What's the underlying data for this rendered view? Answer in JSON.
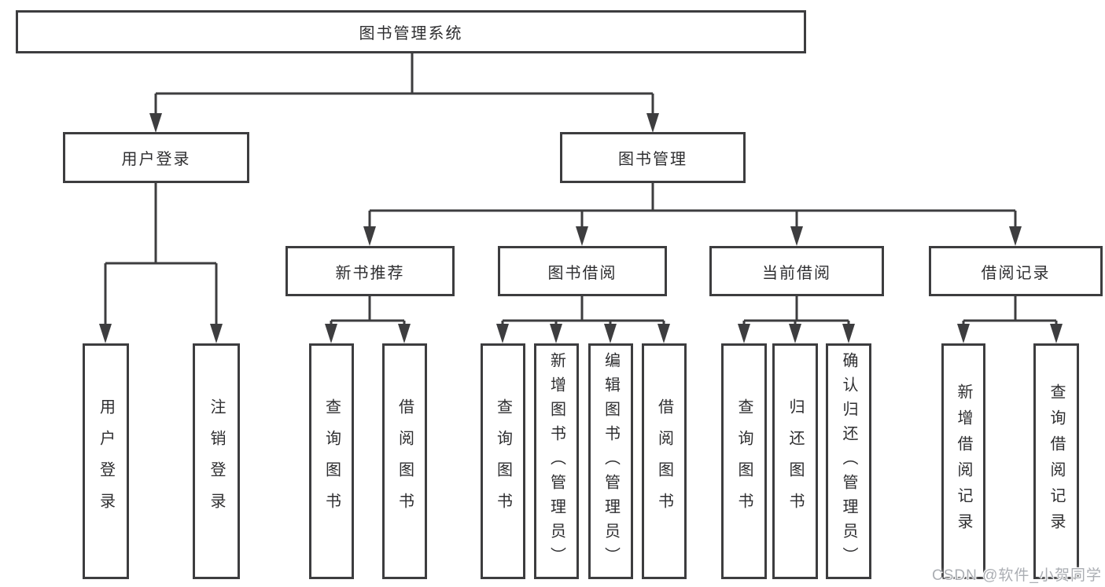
{
  "diagram": {
    "type": "hierarchy",
    "root": {
      "label": "图书管理系统"
    },
    "level2": [
      {
        "label": "用户登录",
        "parent": "图书管理系统"
      },
      {
        "label": "图书管理",
        "parent": "图书管理系统"
      }
    ],
    "level3": [
      {
        "label": "新书推荐",
        "parent": "图书管理"
      },
      {
        "label": "图书借阅",
        "parent": "图书管理"
      },
      {
        "label": "当前借阅",
        "parent": "图书管理"
      },
      {
        "label": "借阅记录",
        "parent": "图书管理"
      }
    ],
    "leaves": [
      {
        "label": "用户登录",
        "parent": "用户登录"
      },
      {
        "label": "注销登录",
        "parent": "用户登录"
      },
      {
        "label": "查询图书",
        "parent": "新书推荐"
      },
      {
        "label": "借阅图书",
        "parent": "新书推荐"
      },
      {
        "label": "查询图书",
        "parent": "图书借阅"
      },
      {
        "label": "新增图书（管理员）",
        "parent": "图书借阅"
      },
      {
        "label": "编辑图书（管理员）",
        "parent": "图书借阅"
      },
      {
        "label": "借阅图书",
        "parent": "图书借阅"
      },
      {
        "label": "查询图书",
        "parent": "当前借阅"
      },
      {
        "label": "归还图书",
        "parent": "当前借阅"
      },
      {
        "label": "确认归还（管理员）",
        "parent": "当前借阅"
      },
      {
        "label": "新增借阅记录",
        "parent": "借阅记录"
      },
      {
        "label": "查询借阅记录",
        "parent": "借阅记录"
      }
    ],
    "watermark": "CSDN @软件_小贺同学",
    "colors": {
      "line": "#3d3d3f",
      "text": "#2e2e30",
      "watermark": "#abaeb3",
      "background": "#ffffff"
    }
  }
}
